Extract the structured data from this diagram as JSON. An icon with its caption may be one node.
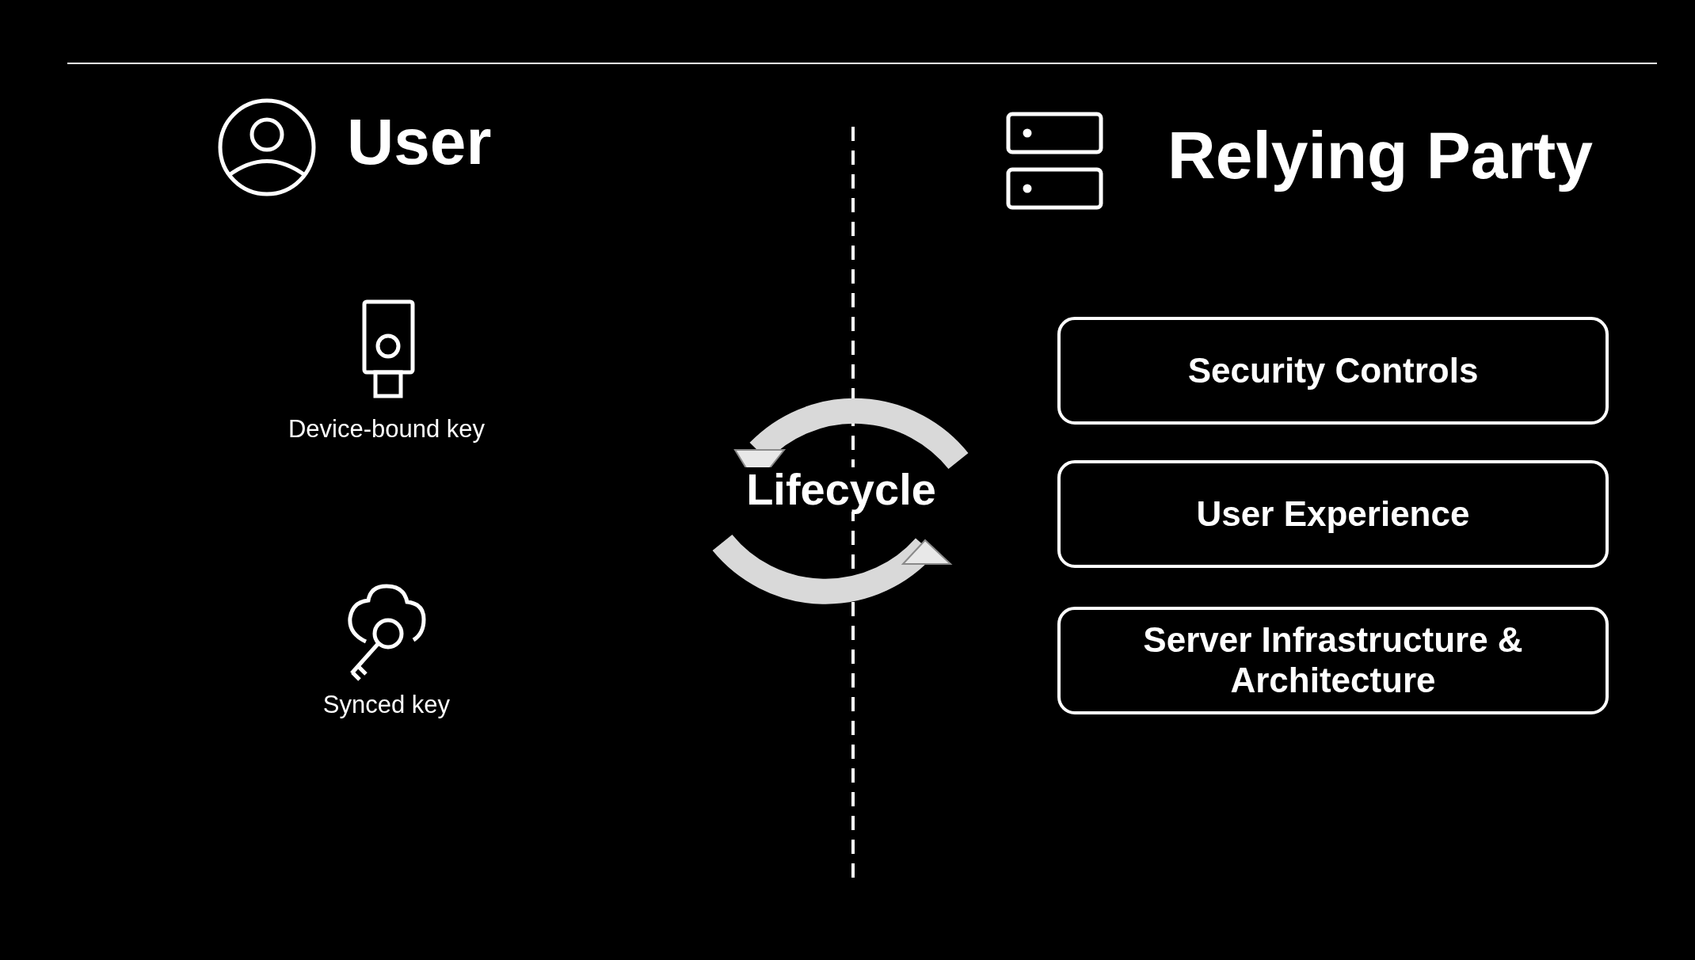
{
  "diagram": {
    "nodes": [
      {
        "text": [
          "Security Controls"
        ]
      },
      {
        "text": [
          "User Experience"
        ]
      },
      {
        "text": [
          "Server Infrastructure & Architecture"
        ]
      }
    ],
    "labels": [
      "User",
      "Relying Party",
      "Device-bound key",
      "Synced key",
      "Lifecycle"
    ]
  }
}
